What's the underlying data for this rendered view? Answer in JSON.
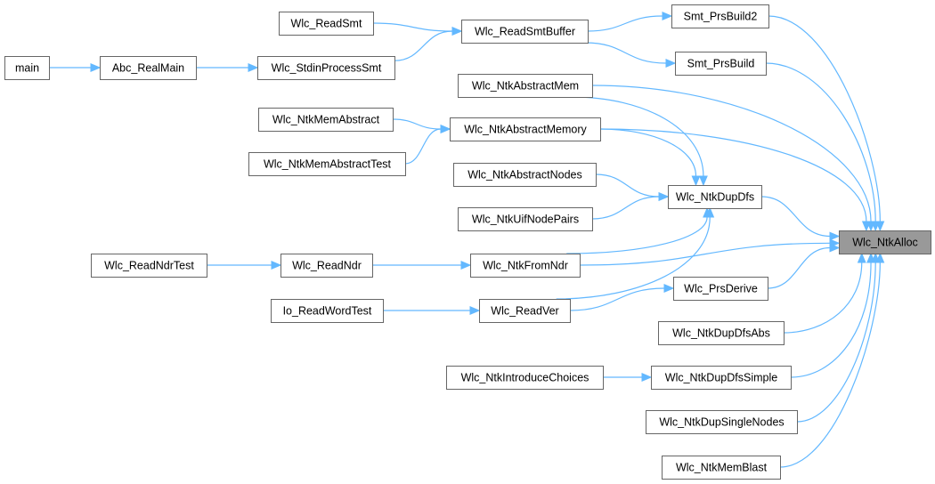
{
  "graph": {
    "title": "Wlc_NtkAlloc caller graph",
    "colors": {
      "edge": "#63b8ff",
      "node_border": "#666666",
      "root_fill": "#999999",
      "node_fill": "#ffffff"
    },
    "root": "Wlc_NtkAlloc",
    "nodes": {
      "main": "main",
      "abc_realmain": "Abc_RealMain",
      "wlc_stdinprocesssmt": "Wlc_StdinProcessSmt",
      "wlc_readsmt": "Wlc_ReadSmt",
      "wlc_readsmtbuffer": "Wlc_ReadSmtBuffer",
      "smt_prsbuild2": "Smt_PrsBuild2",
      "smt_prsbuild": "Smt_PrsBuild",
      "wlc_ntkabstractmem": "Wlc_NtkAbstractMem",
      "wlc_ntkmemabstract": "Wlc_NtkMemAbstract",
      "wlc_ntkmemabstracttest": "Wlc_NtkMemAbstractTest",
      "wlc_ntkabstractmemory": "Wlc_NtkAbstractMemory",
      "wlc_ntkabstractnodes": "Wlc_NtkAbstractNodes",
      "wlc_ntkdupdfs": "Wlc_NtkDupDfs",
      "wlc_ntkuifnodepairs": "Wlc_NtkUifNodePairs",
      "wlc_ntkalloc": "Wlc_NtkAlloc",
      "wlc_readndrtest": "Wlc_ReadNdrTest",
      "wlc_readndr": "Wlc_ReadNdr",
      "wlc_ntkfromndr": "Wlc_NtkFromNdr",
      "io_readwordtest": "Io_ReadWordTest",
      "wlc_readver": "Wlc_ReadVer",
      "wlc_prsderive": "Wlc_PrsDerive",
      "wlc_ntkdupdfsabs": "Wlc_NtkDupDfsAbs",
      "wlc_ntkintroducechoices": "Wlc_NtkIntroduceChoices",
      "wlc_ntkdupdfssimple": "Wlc_NtkDupDfsSimple",
      "wlc_ntkdupsinglenodes": "Wlc_NtkDupSingleNodes",
      "wlc_ntkmemblast": "Wlc_NtkMemBlast"
    },
    "edges": [
      [
        "main",
        "abc_realmain"
      ],
      [
        "abc_realmain",
        "wlc_stdinprocesssmt"
      ],
      [
        "wlc_stdinprocesssmt",
        "wlc_readsmtbuffer"
      ],
      [
        "wlc_readsmt",
        "wlc_readsmtbuffer"
      ],
      [
        "wlc_readsmtbuffer",
        "smt_prsbuild2"
      ],
      [
        "wlc_readsmtbuffer",
        "smt_prsbuild"
      ],
      [
        "smt_prsbuild2",
        "wlc_ntkalloc"
      ],
      [
        "smt_prsbuild",
        "wlc_ntkalloc"
      ],
      [
        "wlc_ntkabstractmem",
        "wlc_ntkalloc"
      ],
      [
        "wlc_ntkabstractmem",
        "wlc_ntkdupdfs"
      ],
      [
        "wlc_ntkmemabstract",
        "wlc_ntkabstractmemory"
      ],
      [
        "wlc_ntkmemabstracttest",
        "wlc_ntkabstractmemory"
      ],
      [
        "wlc_ntkabstractmemory",
        "wlc_ntkalloc"
      ],
      [
        "wlc_ntkabstractmemory",
        "wlc_ntkdupdfs"
      ],
      [
        "wlc_ntkabstractnodes",
        "wlc_ntkdupdfs"
      ],
      [
        "wlc_ntkuifnodepairs",
        "wlc_ntkdupdfs"
      ],
      [
        "wlc_ntkdupdfs",
        "wlc_ntkalloc"
      ],
      [
        "wlc_readndrtest",
        "wlc_readndr"
      ],
      [
        "wlc_readndr",
        "wlc_ntkfromndr"
      ],
      [
        "wlc_ntkfromndr",
        "wlc_ntkalloc"
      ],
      [
        "wlc_ntkfromndr",
        "wlc_ntkdupdfs"
      ],
      [
        "io_readwordtest",
        "wlc_readver"
      ],
      [
        "wlc_readver",
        "wlc_prsderive"
      ],
      [
        "wlc_readver",
        "wlc_ntkdupdfs"
      ],
      [
        "wlc_prsderive",
        "wlc_ntkalloc"
      ],
      [
        "wlc_ntkdupdfsabs",
        "wlc_ntkalloc"
      ],
      [
        "wlc_ntkintroducechoices",
        "wlc_ntkdupdfssimple"
      ],
      [
        "wlc_ntkdupdfssimple",
        "wlc_ntkalloc"
      ],
      [
        "wlc_ntkdupsinglenodes",
        "wlc_ntkalloc"
      ],
      [
        "wlc_ntkmemblast",
        "wlc_ntkalloc"
      ]
    ]
  }
}
